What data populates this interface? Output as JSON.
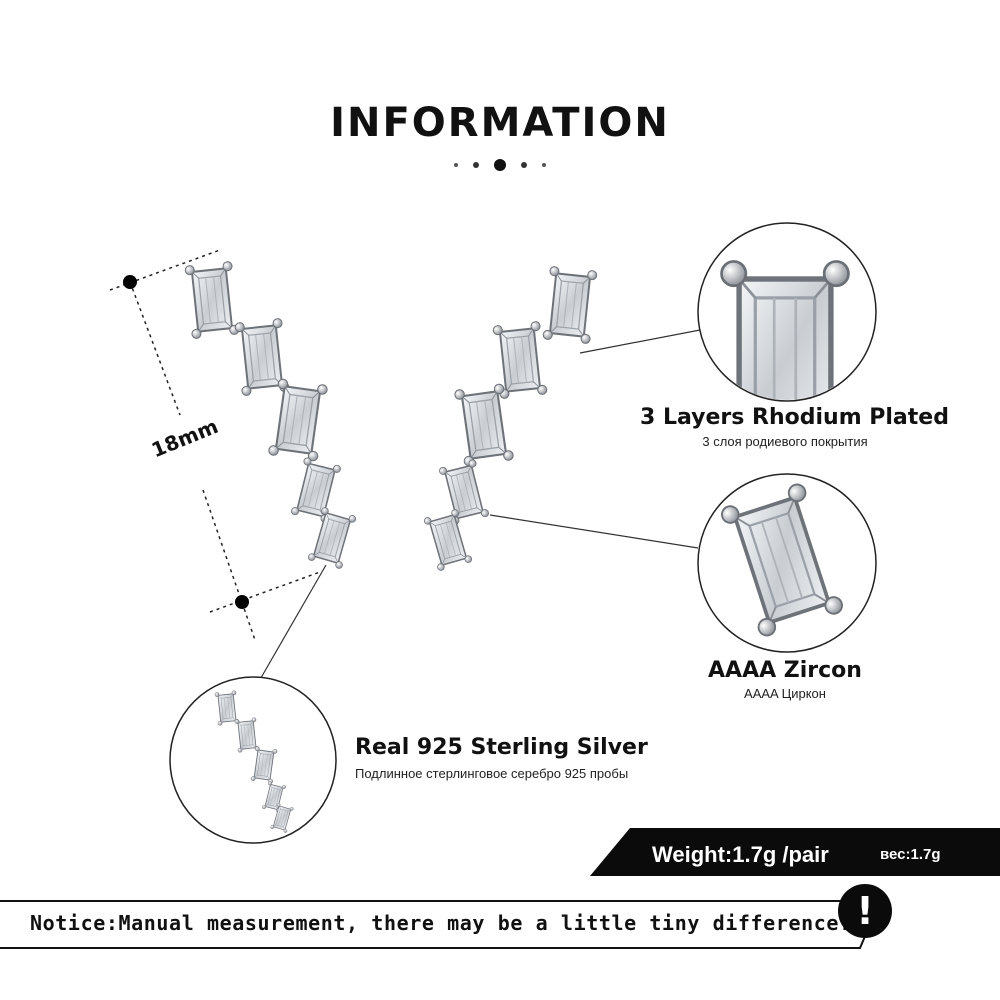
{
  "title": "INFORMATION",
  "dimension": "18mm",
  "features": {
    "rhodium": {
      "title": "3 Layers Rhodium Plated",
      "subtitle": "3 слоя родиевого покрытия"
    },
    "zircon": {
      "title": "AAAA Zircon",
      "subtitle": "AAAA Циркон"
    },
    "silver": {
      "title": "Real 925  Sterling  Silver",
      "subtitle": "Подлинное стерлинговое серебро 925 пробы"
    }
  },
  "weight": {
    "label": "Weight:1.7g /pair",
    "ru": "вес:1.7g"
  },
  "notice": {
    "text": "Notice:Manual measurement, there may be a little tiny difference.",
    "icon": "exclamation-icon",
    "icon_glyph": "!"
  },
  "colors": {
    "banner": "#0b0b0b",
    "text": "#111111",
    "silver": "#b8bcc2"
  }
}
